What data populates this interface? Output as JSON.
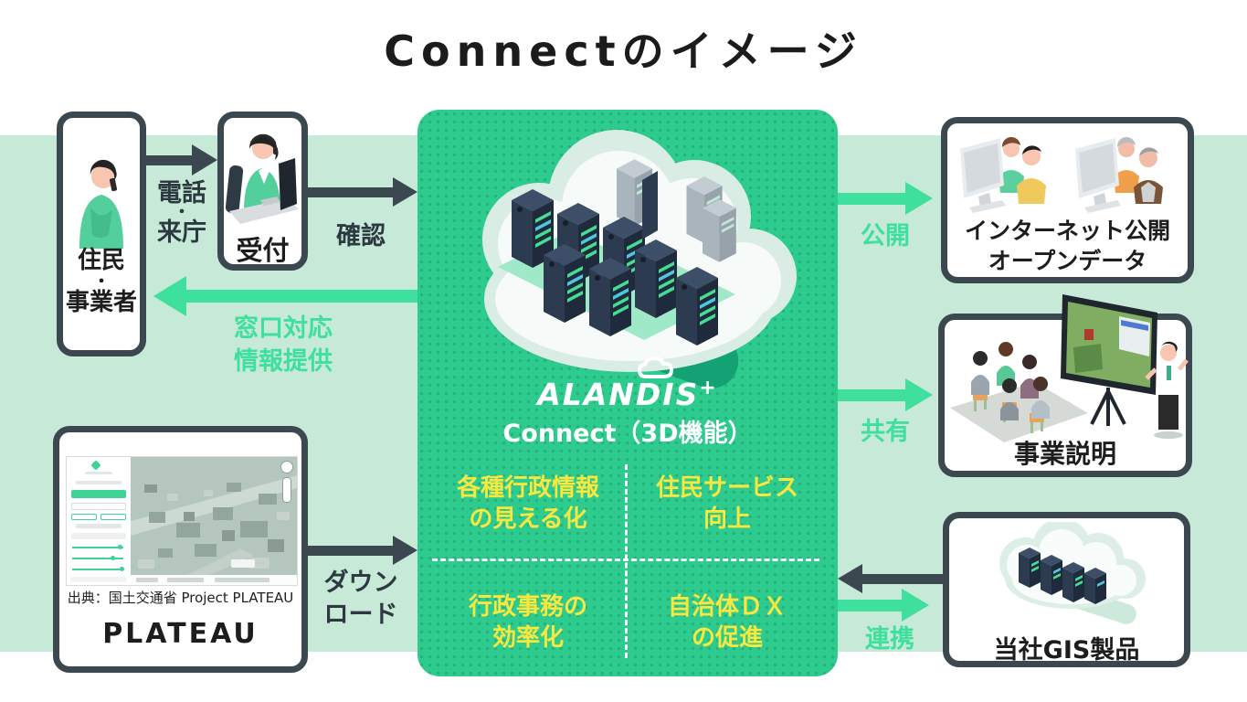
{
  "title": "Connectのイメージ",
  "colors": {
    "band": "#c7e9d7",
    "box_border": "#3b4850",
    "center_green": "#2ecb8e",
    "bright_green": "#3fdf9e",
    "shadow_green": "#14a173",
    "benefit_yellow": "#f7e73f"
  },
  "nodes": {
    "residents": {
      "lines": [
        "住民",
        "・",
        "事業者"
      ]
    },
    "reception": {
      "label": "受付"
    },
    "center": {
      "logo": "ALANDIS",
      "logo_sup": "+",
      "product": "Connect（3D機能）",
      "benefits": [
        {
          "l1": "各種行政情報",
          "l2": "の見える化"
        },
        {
          "l1": "住民サービス",
          "l2": "向上"
        },
        {
          "l1": "行政事務の",
          "l2": "効率化"
        },
        {
          "l1": "自治体ＤＸ",
          "l2": "の促進"
        }
      ]
    },
    "plateau": {
      "caption": "出典：国土交通省 Project PLATEAU",
      "label": "PLATEAU"
    },
    "opendata": {
      "lines": [
        "インターネット公開",
        "オープンデータ"
      ]
    },
    "business": {
      "label": "事業説明"
    },
    "gis": {
      "label": "当社GIS製品"
    }
  },
  "arrows": {
    "phone": {
      "lines": [
        "電話",
        "・",
        "来庁"
      ]
    },
    "confirm": {
      "label": "確認"
    },
    "counter": {
      "lines": [
        "窓口対応",
        "情報提供"
      ]
    },
    "download": {
      "lines": [
        "ダウン",
        "ロード"
      ]
    },
    "publish": {
      "label": "公開"
    },
    "share": {
      "label": "共有"
    },
    "link": {
      "label": "連携"
    }
  }
}
